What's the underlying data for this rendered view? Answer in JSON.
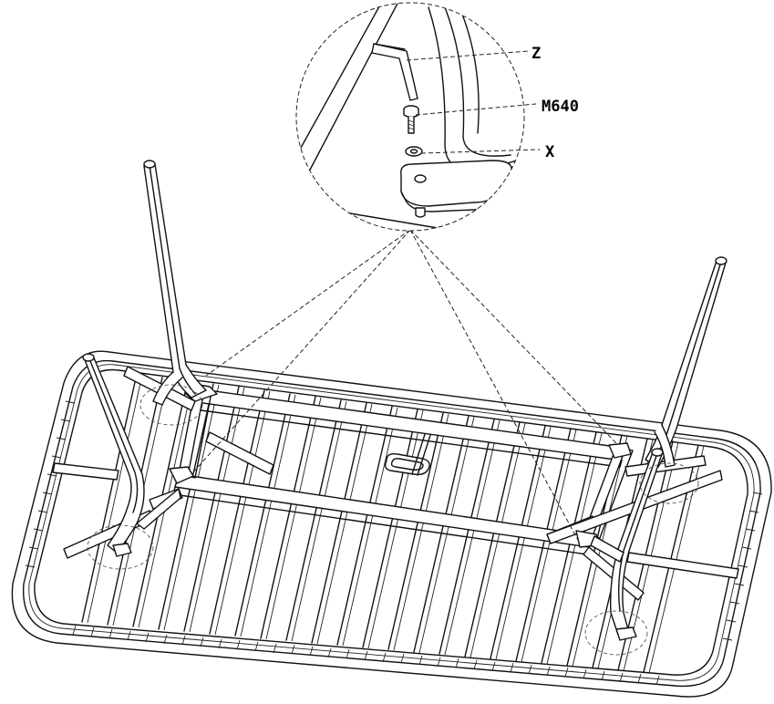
{
  "callout_labels": [
    {
      "id": "z",
      "text": "Z"
    },
    {
      "id": "m640",
      "text": "M640"
    },
    {
      "id": "x",
      "text": "X"
    }
  ]
}
